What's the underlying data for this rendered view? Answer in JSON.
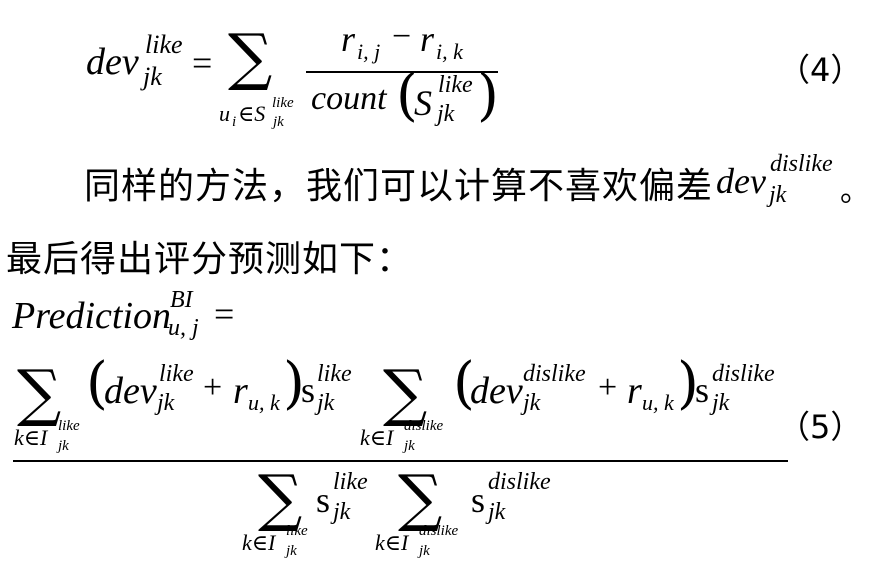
{
  "eq4": {
    "lhs": "dev",
    "lhs_sup": "like",
    "lhs_sub": "jk",
    "equals": "=",
    "sum": "∑",
    "sum_under_u": "u",
    "sum_under_i": "i",
    "sum_under_in": "∈S",
    "sum_under_sup": "like",
    "sum_under_sub": "jk",
    "num_r1": "r",
    "num_r1_sub": "i, j",
    "num_minus": "−",
    "num_r2": "r",
    "num_r2_sub": "i, k",
    "den_count": "count",
    "den_lparen": "(",
    "den_S": "S",
    "den_S_sup": "like",
    "den_S_sub": "jk",
    "den_rparen": ")",
    "number": "（4）"
  },
  "text_line1": {
    "text": "同样的方法，我们可以计算不喜欢偏差",
    "var": "dev",
    "var_sup": "dislike",
    "var_sub": "jk",
    "end": "。"
  },
  "text_line2": "最后得出评分预测如下：",
  "eq5": {
    "lhs": "Prediction",
    "lhs_sup": "BI",
    "lhs_sub": "u, j",
    "equals": "=",
    "sum": "∑",
    "n1_under": "k∈I",
    "n1_under_sup": "like",
    "n1_under_sub": "jk",
    "lparen": "(",
    "rparen": ")",
    "n1_dev": "dev",
    "n1_dev_sup": "like",
    "n1_dev_sub": "jk",
    "plus": "+",
    "r": "r",
    "r_sub": "u, k",
    "s": "s",
    "n1_s_sup": "like",
    "n1_s_sub": "jk",
    "n2_under": "k∈I",
    "n2_under_sup": "dislike",
    "n2_under_sub": "jk",
    "n2_dev": "dev",
    "n2_dev_sup": "dislike",
    "n2_dev_sub": "jk",
    "n2_s_sup": "dislike",
    "n2_s_sub": "jk",
    "d1_under": "k∈I",
    "d1_under_sup": "like",
    "d1_under_sub": "jk",
    "d1_s_sup": "like",
    "d1_s_sub": "jk",
    "d2_under": "k∈I",
    "d2_under_sup": "dislike",
    "d2_under_sub": "jk",
    "d2_s_sup": "dislike",
    "d2_s_sub": "jk",
    "number": "（5）"
  }
}
